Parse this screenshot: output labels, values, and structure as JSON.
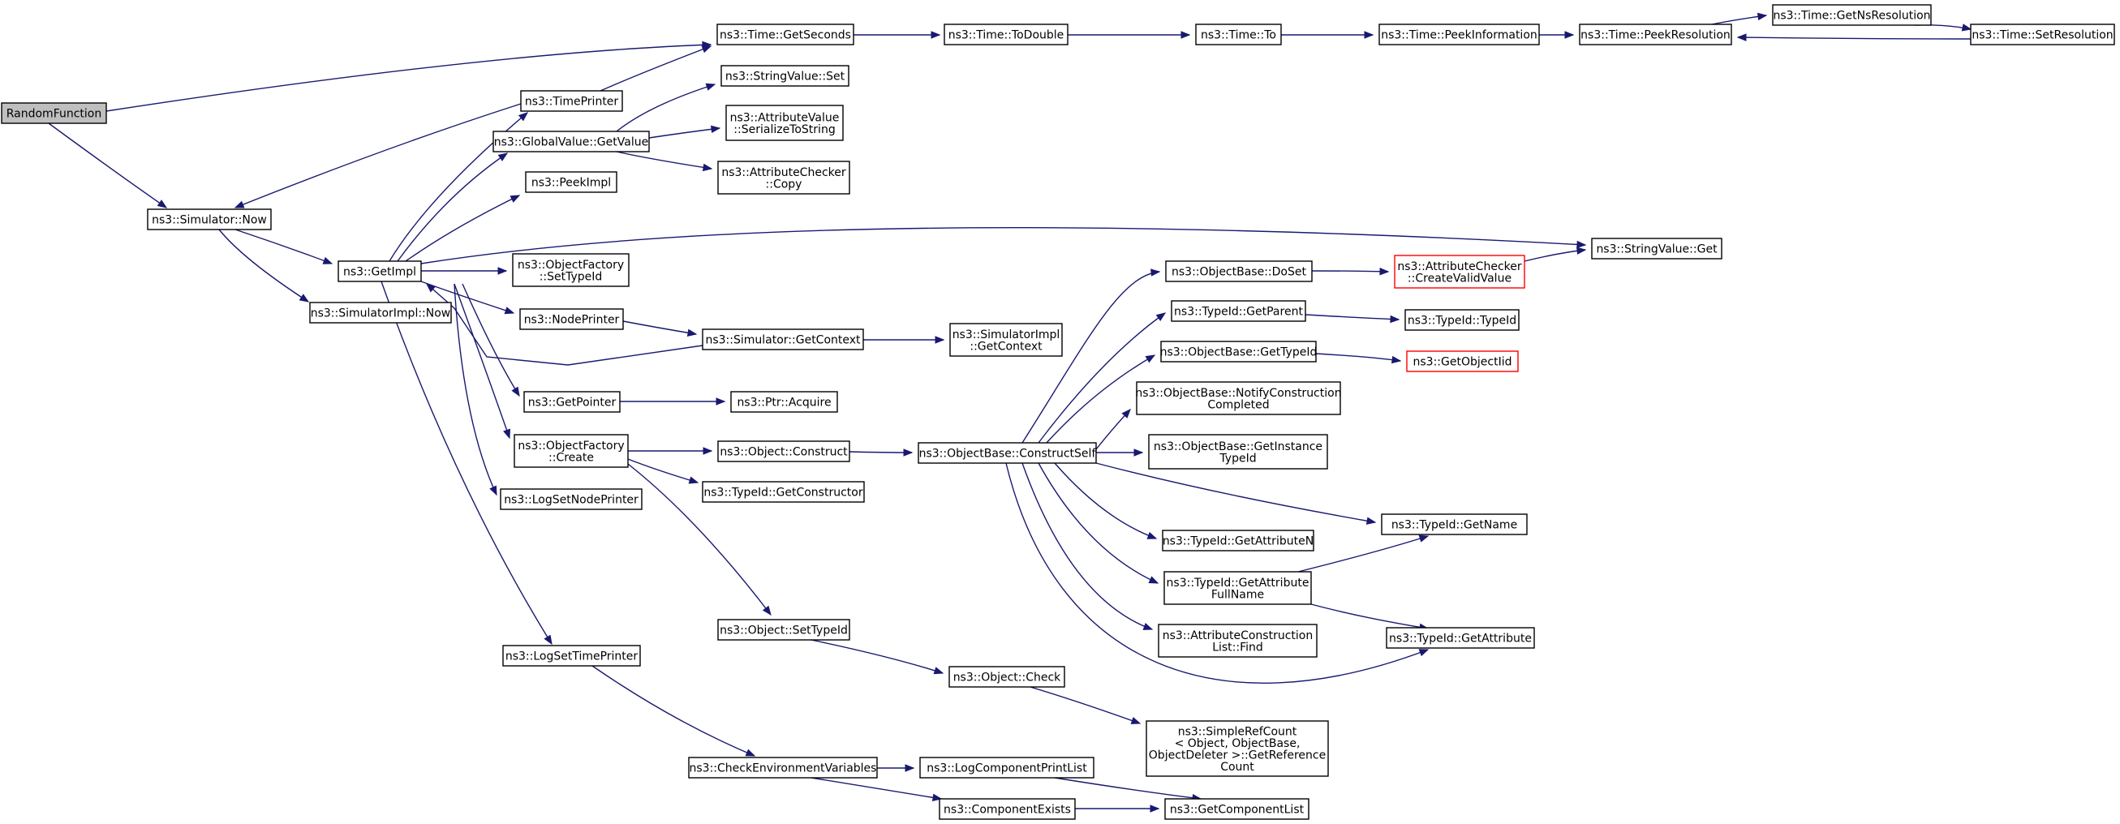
{
  "colors": {
    "edge": "#191970",
    "node_border": "#000000",
    "truncated_border": "#ff0000",
    "root_fill": "#bfbfbf",
    "background": "#ffffff"
  },
  "nodes": {
    "randomfunction": {
      "lines": [
        "RandomFunction"
      ]
    },
    "time-getseconds": {
      "lines": [
        "ns3::Time::GetSeconds"
      ]
    },
    "time-todouble": {
      "lines": [
        "ns3::Time::ToDouble"
      ]
    },
    "time-to": {
      "lines": [
        "ns3::Time::To"
      ]
    },
    "time-peekinformation": {
      "lines": [
        "ns3::Time::PeekInformation"
      ]
    },
    "time-peekresolution": {
      "lines": [
        "ns3::Time::PeekResolution"
      ]
    },
    "time-getnsresolution": {
      "lines": [
        "ns3::Time::GetNsResolution"
      ]
    },
    "time-setresolution": {
      "lines": [
        "ns3::Time::SetResolution"
      ]
    },
    "timeprinter": {
      "lines": [
        "ns3::TimePrinter"
      ]
    },
    "stringvalue-set": {
      "lines": [
        "ns3::StringValue::Set"
      ]
    },
    "globalvalue-getvalue": {
      "lines": [
        "ns3::GlobalValue::GetValue"
      ]
    },
    "attributevalue-serializetostring": {
      "lines": [
        "ns3::AttributeValue",
        "::SerializeToString"
      ]
    },
    "attributechecker-copy": {
      "lines": [
        "ns3::AttributeChecker",
        "::Copy"
      ]
    },
    "peekimpl": {
      "lines": [
        "ns3::PeekImpl"
      ]
    },
    "simulator-now": {
      "lines": [
        "ns3::Simulator::Now"
      ]
    },
    "getimpl": {
      "lines": [
        "ns3::GetImpl"
      ]
    },
    "stringvalue-get": {
      "lines": [
        "ns3::StringValue::Get"
      ]
    },
    "objectfactory-settypeid": {
      "lines": [
        "ns3::ObjectFactory",
        "::SetTypeId"
      ]
    },
    "objectbase-doset": {
      "lines": [
        "ns3::ObjectBase::DoSet"
      ]
    },
    "attributechecker-createvalidvalue": {
      "lines": [
        "ns3::AttributeChecker",
        "::CreateValidValue"
      ]
    },
    "simulatorimpl-now": {
      "lines": [
        "ns3::SimulatorImpl::Now"
      ]
    },
    "nodeprinter": {
      "lines": [
        "ns3::NodePrinter"
      ]
    },
    "typeid-getparent": {
      "lines": [
        "ns3::TypeId::GetParent"
      ]
    },
    "typeid-typeid": {
      "lines": [
        "ns3::TypeId::TypeId"
      ]
    },
    "simulator-getcontext": {
      "lines": [
        "ns3::Simulator::GetContext"
      ]
    },
    "simulatorimpl-getcontext": {
      "lines": [
        "ns3::SimulatorImpl",
        "::GetContext"
      ]
    },
    "objectbase-gettypeid": {
      "lines": [
        "ns3::ObjectBase::GetTypeId"
      ]
    },
    "getobjectiid": {
      "lines": [
        "ns3::GetObjectIid"
      ]
    },
    "getpointer": {
      "lines": [
        "ns3::GetPointer"
      ]
    },
    "ptr-acquire": {
      "lines": [
        "ns3::Ptr::Acquire"
      ]
    },
    "objectbase-notifyconstructioncompleted": {
      "lines": [
        "ns3::ObjectBase::NotifyConstruction",
        "Completed"
      ]
    },
    "objectfactory-create": {
      "lines": [
        "ns3::ObjectFactory",
        "::Create"
      ]
    },
    "object-construct": {
      "lines": [
        "ns3::Object::Construct"
      ]
    },
    "objectbase-constructself": {
      "lines": [
        "ns3::ObjectBase::ConstructSelf"
      ]
    },
    "objectbase-getinstancetypeid": {
      "lines": [
        "ns3::ObjectBase::GetInstance",
        "TypeId"
      ]
    },
    "typeid-getconstructor": {
      "lines": [
        "ns3::TypeId::GetConstructor"
      ]
    },
    "logsetnodeprinter": {
      "lines": [
        "ns3::LogSetNodePrinter"
      ]
    },
    "typeid-getname": {
      "lines": [
        "ns3::TypeId::GetName"
      ]
    },
    "typeid-getattributen": {
      "lines": [
        "ns3::TypeId::GetAttributeN"
      ]
    },
    "typeid-getattributefullname": {
      "lines": [
        "ns3::TypeId::GetAttribute",
        "FullName"
      ]
    },
    "attributeconstructionlist-find": {
      "lines": [
        "ns3::AttributeConstruction",
        "List::Find"
      ]
    },
    "typeid-getattribute": {
      "lines": [
        "ns3::TypeId::GetAttribute"
      ]
    },
    "object-settypeid": {
      "lines": [
        "ns3::Object::SetTypeId"
      ]
    },
    "logsettimeprinter": {
      "lines": [
        "ns3::LogSetTimePrinter"
      ]
    },
    "object-check": {
      "lines": [
        "ns3::Object::Check"
      ]
    },
    "simplerefcount-getreferencecount": {
      "lines": [
        "ns3::SimpleRefCount",
        "< Object, ObjectBase,",
        "ObjectDeleter >::GetReference",
        "Count"
      ]
    },
    "checkenvironmentvariables": {
      "lines": [
        "ns3::CheckEnvironmentVariables"
      ]
    },
    "logcomponentprintlist": {
      "lines": [
        "ns3::LogComponentPrintList"
      ]
    },
    "componentexists": {
      "lines": [
        "ns3::ComponentExists"
      ]
    },
    "getcomponentlist": {
      "lines": [
        "ns3::GetComponentList"
      ]
    }
  }
}
